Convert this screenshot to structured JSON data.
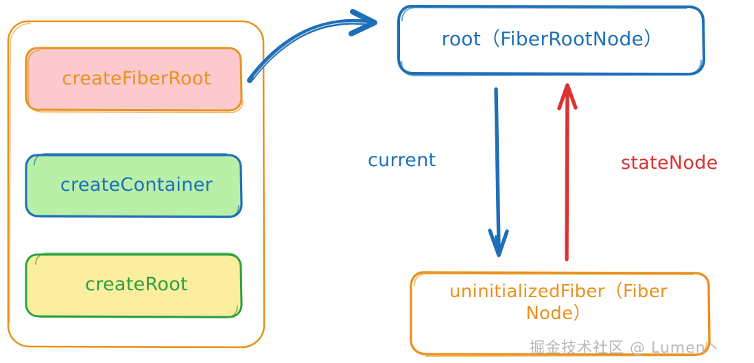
{
  "diagram": {
    "title": "React createRoot / FiberRootNode relationship diagram",
    "groups": [
      {
        "name": "call-stack-group",
        "border_color": "#e8921c",
        "nodes": [
          {
            "id": "createFiberRoot",
            "label": "createFiberRoot",
            "fill": "#fbc9ce",
            "stroke": "#e8921c",
            "text_color": "#e8921c"
          },
          {
            "id": "createContainer",
            "label": "createContainer",
            "fill": "#b8f0a8",
            "stroke": "#1f6fb8",
            "text_color": "#1f6fb8"
          },
          {
            "id": "createRoot",
            "label": "createRoot",
            "fill": "#fbee9e",
            "stroke": "#2ba040",
            "text_color": "#2ba040"
          }
        ]
      }
    ],
    "nodes": [
      {
        "id": "root",
        "label": "root（FiberRootNode）",
        "fill": "#ffffff",
        "stroke": "#1f6fb8",
        "text_color": "#1f6fb8"
      },
      {
        "id": "uninitializedFiber",
        "label": "uninitializedFiber（Fiber\nNode）",
        "fill": "#ffffff",
        "stroke": "#e8921c",
        "text_color": "#e8921c"
      }
    ],
    "edges": [
      {
        "id": "createFiberRoot-to-root",
        "label": "",
        "from": "createFiberRoot",
        "to": "root",
        "color": "#1f6fb8",
        "style": "curved-arrow"
      },
      {
        "id": "root-to-uninitializedFiber",
        "label": "current",
        "from": "root",
        "to": "uninitializedFiber",
        "color": "#1f6fb8",
        "style": "straight-arrow-down"
      },
      {
        "id": "uninitializedFiber-to-root",
        "label": "stateNode",
        "from": "uninitializedFiber",
        "to": "root",
        "color": "#dc3232",
        "style": "straight-arrow-up"
      }
    ],
    "watermark": "掘金技术社区 @ Lumen丶",
    "colors": {
      "orange": "#e8921c",
      "blue": "#1f6fb8",
      "green": "#2ba040",
      "red": "#dc3232",
      "pink_fill": "#fbc9ce",
      "green_fill": "#b8f0a8",
      "yellow_fill": "#fbee9e",
      "background": "#ffffff",
      "watermark_gray": "#b9b9b9"
    }
  }
}
